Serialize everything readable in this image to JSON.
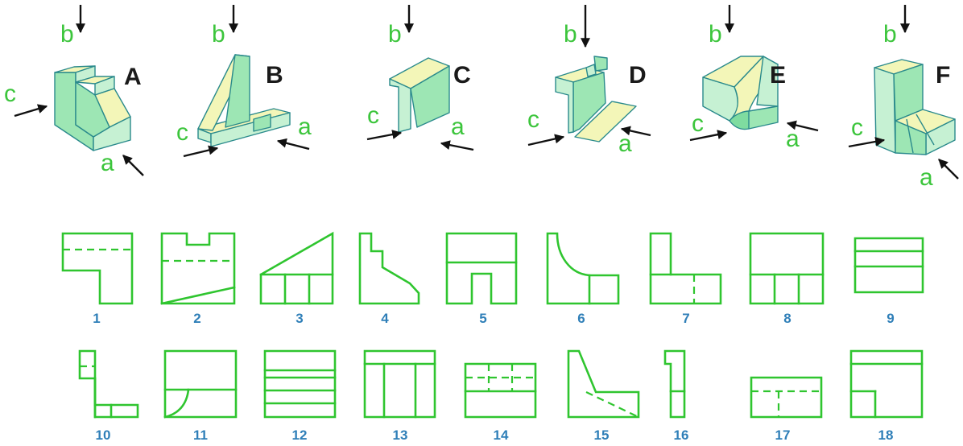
{
  "colors": {
    "direction_label": "#3cc53c",
    "view_line": "#2fc52f",
    "number_label": "#2f7fb8",
    "face_top": "#f3f6b8",
    "face_front": "#9de6b4",
    "face_side": "#c6f1d3",
    "arrow": "#111111"
  },
  "directions": [
    "a",
    "b",
    "c"
  ],
  "objects": [
    {
      "label": "A"
    },
    {
      "label": "B"
    },
    {
      "label": "C"
    },
    {
      "label": "D"
    },
    {
      "label": "E"
    },
    {
      "label": "F"
    }
  ],
  "views": {
    "row1": [
      "1",
      "2",
      "3",
      "4",
      "5",
      "6",
      "7",
      "8",
      "9"
    ],
    "row2": [
      "10",
      "11",
      "12",
      "13",
      "14",
      "15",
      "16",
      "17",
      "18"
    ]
  }
}
